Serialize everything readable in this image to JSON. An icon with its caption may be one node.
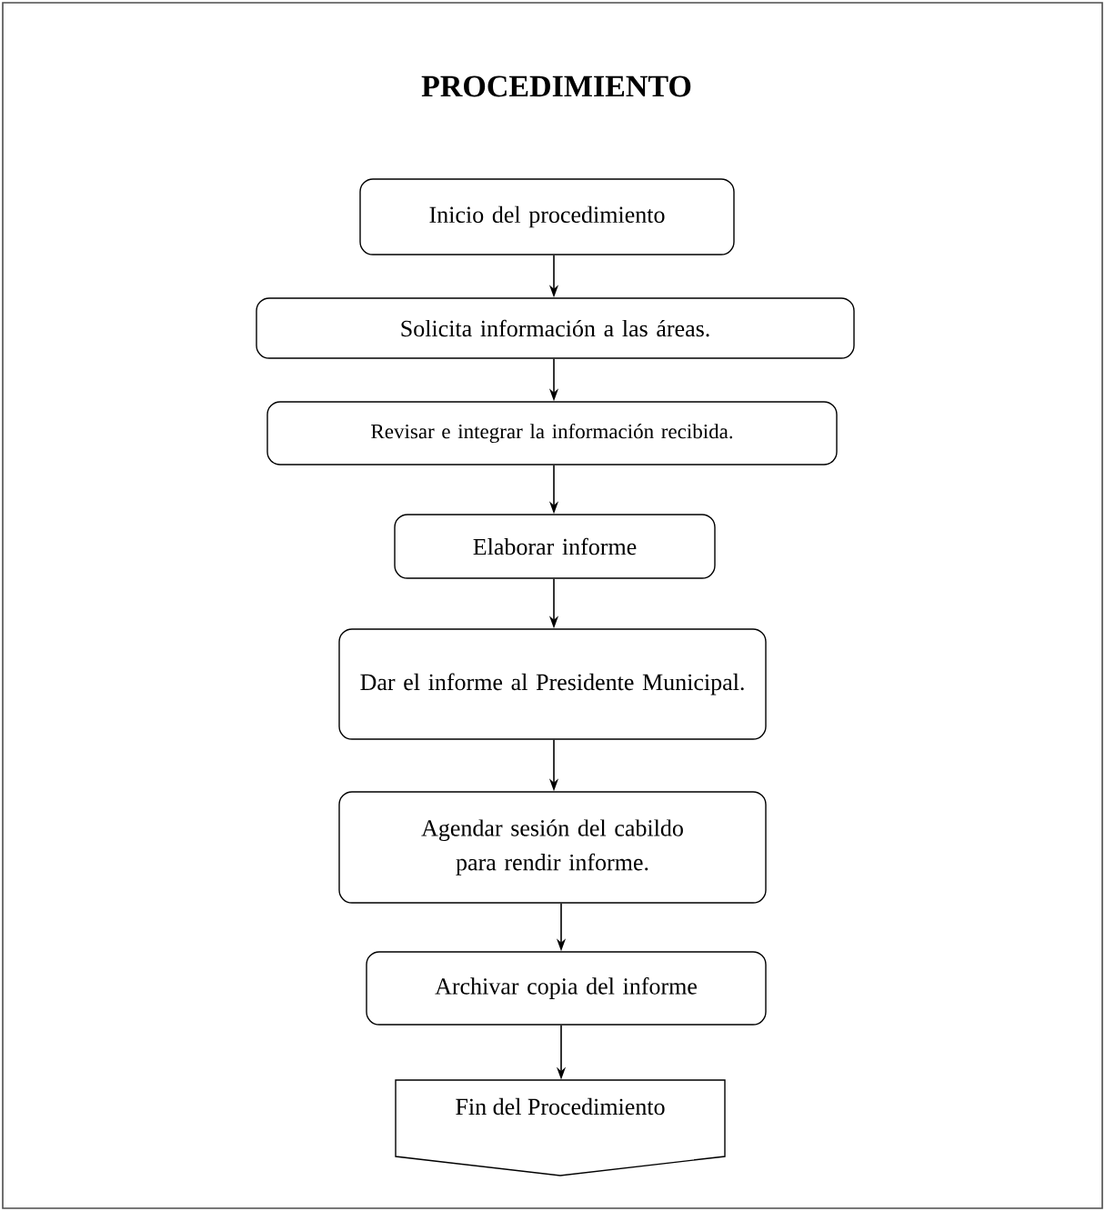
{
  "diagram": {
    "title": "PROCEDIMIENTO",
    "nodes": [
      {
        "text": [
          "Inicio del procedimiento"
        ]
      },
      {
        "text": [
          "Solicita información a las áreas."
        ]
      },
      {
        "text": [
          "Revisar e integrar la información recibida."
        ]
      },
      {
        "text": [
          "Elaborar informe"
        ]
      },
      {
        "text": [
          "Dar el informe al Presidente Municipal."
        ]
      },
      {
        "text": [
          "Agendar sesión del cabildo para rendir informe."
        ]
      },
      {
        "text": [
          "Archivar copia del informe"
        ]
      },
      {
        "text": [
          "Fin del Procedimiento"
        ]
      }
    ],
    "edges": [
      {
        "from": 0,
        "to": 1,
        "arrow": "to"
      },
      {
        "from": 1,
        "to": 2,
        "arrow": "to"
      },
      {
        "from": 2,
        "to": 3,
        "arrow": "to"
      },
      {
        "from": 3,
        "to": 4,
        "arrow": "to"
      },
      {
        "from": 4,
        "to": 5,
        "arrow": "to"
      },
      {
        "from": 5,
        "to": 6,
        "arrow": "to"
      },
      {
        "from": 6,
        "to": 7,
        "arrow": "to"
      }
    ]
  }
}
